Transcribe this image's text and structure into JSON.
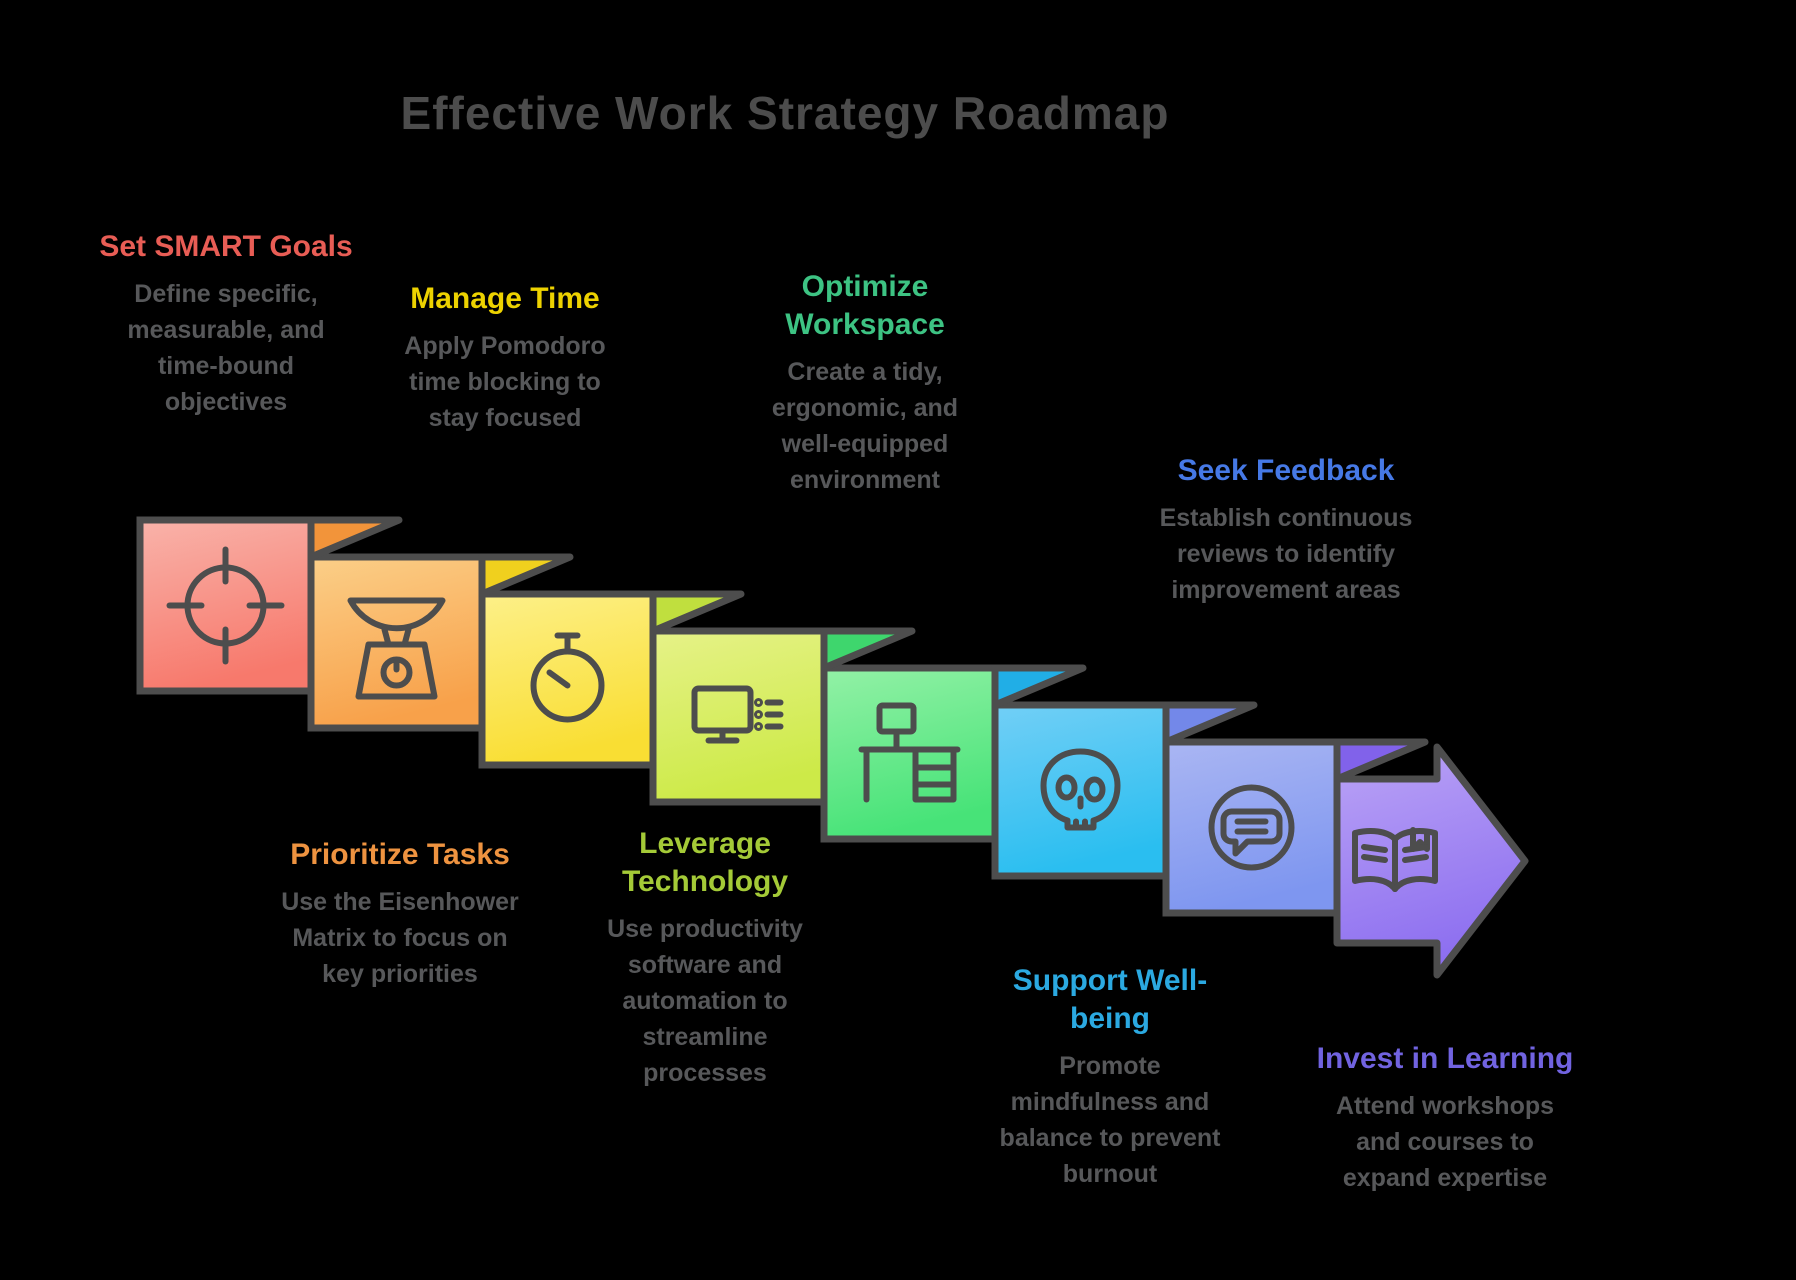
{
  "title": "Effective Work Strategy Roadmap",
  "colors": {
    "background": "#000000",
    "card_border": "#4d4d4d",
    "icon_stroke": "#4d4d4d",
    "title_text": "#4c4c4c",
    "body_text": "#57585a"
  },
  "steps": [
    {
      "label": "Set SMART Goals",
      "description": "Define specific, measurable, and time-bound objectives",
      "heading_color": "#e85d55",
      "icon": "target-icon",
      "gradient_top": "#f9b3aa",
      "gradient_bottom": "#f7796c",
      "fold_color": ""
    },
    {
      "label": "Prioritize Tasks",
      "description": "Use the Eisenhower Matrix to focus on key priorities",
      "heading_color": "#ee9340",
      "icon": "scale-icon",
      "gradient_top": "#fbcf88",
      "gradient_bottom": "#f8a14a",
      "fold_color": "#f2943a"
    },
    {
      "label": "Manage Time",
      "description": "Apply Pomodoro time blocking to stay focused",
      "heading_color": "#edd200",
      "icon": "stopwatch-icon",
      "gradient_top": "#fdf089",
      "gradient_bottom": "#f9de33",
      "fold_color": "#f0d01e"
    },
    {
      "label": "Leverage Technology",
      "description": "Use productivity software and automation to streamline processes",
      "heading_color": "#a4ca37",
      "icon": "monitor-checklist-icon",
      "gradient_top": "#e6f288",
      "gradient_bottom": "#cdea48",
      "fold_color": "#c0df3e"
    },
    {
      "label": "Optimize Workspace",
      "description": "Create a tidy, ergonomic, and well-equipped environment",
      "heading_color": "#3dc383",
      "icon": "desk-icon",
      "gradient_top": "#93f1a6",
      "gradient_bottom": "#47e378",
      "fold_color": "#3ed66d"
    },
    {
      "label": "Support Well-being",
      "description": "Promote mindfulness and balance to prevent burnout",
      "heading_color": "#2ba9e1",
      "icon": "skull-icon",
      "gradient_top": "#72cff6",
      "gradient_bottom": "#2abef0",
      "fold_color": "#21aee6"
    },
    {
      "label": "Seek Feedback",
      "description": "Establish continuous reviews to identify improvement areas",
      "heading_color": "#4679e6",
      "icon": "chat-bubble-icon",
      "gradient_top": "#aab6f3",
      "gradient_bottom": "#7e96f0",
      "fold_color": "#7388e9"
    },
    {
      "label": "Invest in Learning",
      "description": "Attend workshops and courses to expand expertise",
      "heading_color": "#7163e0",
      "icon": "open-book-icon",
      "gradient_top": "#bba4f6",
      "gradient_bottom": "#8d6ff0",
      "fold_color": "#8162ea"
    }
  ]
}
